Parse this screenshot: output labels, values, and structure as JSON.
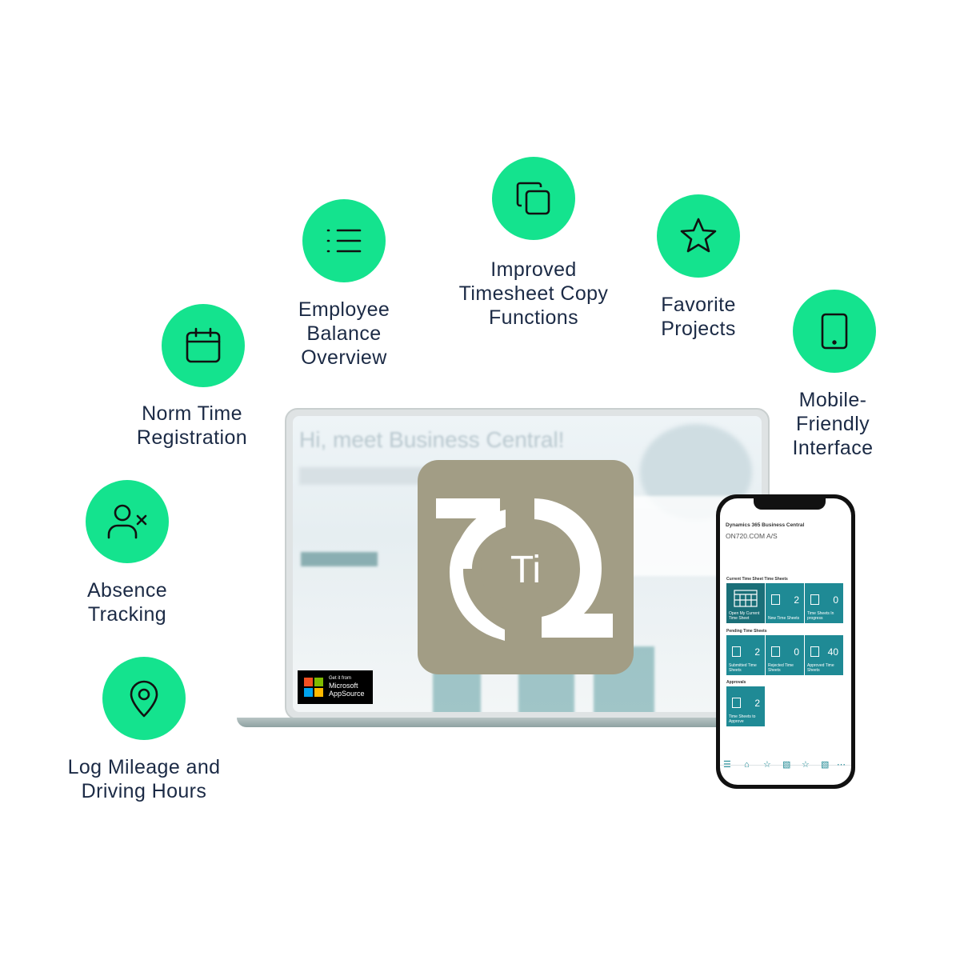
{
  "features": [
    {
      "id": "norm-time",
      "label": "Norm Time\nRegistration",
      "icon": "calendar-icon"
    },
    {
      "id": "employee-balance",
      "label": "Employee\nBalance\nOverview",
      "icon": "list-icon"
    },
    {
      "id": "timesheet-copy",
      "label": "Improved\nTimesheet Copy\nFunctions",
      "icon": "copy-icon"
    },
    {
      "id": "favorite-projects",
      "label": "Favorite\nProjects",
      "icon": "star-icon"
    },
    {
      "id": "mobile-friendly",
      "label": "Mobile-\nFriendly\nInterface",
      "icon": "tablet-icon"
    },
    {
      "id": "absence-tracking",
      "label": "Absence\nTracking",
      "icon": "user-remove-icon"
    },
    {
      "id": "log-mileage",
      "label": "Log Mileage and\nDriving Hours",
      "icon": "location-pin-icon"
    }
  ],
  "colors": {
    "accent": "#14e38e",
    "text": "#1b2a45",
    "logo_bg": "#a29d85",
    "tile": "#1f8a95"
  },
  "laptop": {
    "headline": "Hi, meet Business Central!",
    "appsource": {
      "small": "Get it from",
      "line1": "Microsoft",
      "line2": "AppSource"
    }
  },
  "logo": {
    "text": "Ti"
  },
  "phone": {
    "app_title": "Dynamics 365 Business Central",
    "company": "ON720.COM A/S",
    "sections": [
      "Current Time Sheet Time Sheets",
      "Pending Time Sheets",
      "Approvals"
    ],
    "tiles": {
      "open_current": "Open My Current Time Sheet",
      "new_time_sheets": {
        "count": "2",
        "label": "New Time Sheets"
      },
      "in_progress": {
        "count": "0",
        "label": "Time Sheets In progress"
      },
      "submitted": {
        "count": "2",
        "label": "Submitted Time Sheets"
      },
      "rejected": {
        "count": "0",
        "label": "Rejected Time Sheets"
      },
      "approved": {
        "count": "40",
        "label": "Approved Time Sheets"
      },
      "to_approve": {
        "count": "2",
        "label": "Time Sheets to Approve"
      }
    }
  }
}
